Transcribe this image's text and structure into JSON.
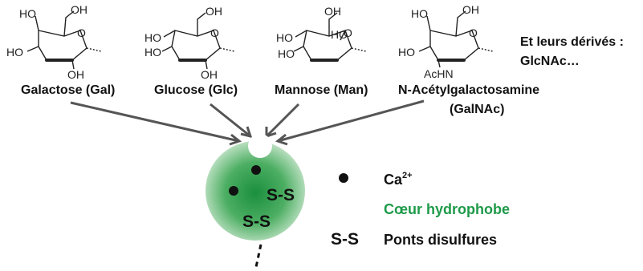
{
  "sugars": [
    {
      "name": "Galactose (Gal)",
      "atoms": [
        "HO",
        "OH",
        "O",
        "HO",
        "OH"
      ]
    },
    {
      "name": "Glucose (Glc)",
      "atoms": [
        "OH",
        "O",
        "HO",
        "HO",
        "OH"
      ]
    },
    {
      "name": "Mannose (Man)",
      "atoms": [
        "OH",
        "HO",
        "HO",
        "O",
        "HO"
      ]
    },
    {
      "name": "N-Acétylgalactosamine",
      "name_line2": "(GalNAc)",
      "atoms": [
        "HO",
        "OH",
        "O",
        "HO",
        "AcHN"
      ]
    }
  ],
  "derivatives": {
    "line1": "Et leurs dérivés :",
    "line2": "GlcNAc…"
  },
  "lectin": {
    "ss_top": "S-S",
    "ss_bottom": "S-S"
  },
  "legend": {
    "calcium_label": "Ca",
    "calcium_sup": "2+",
    "core_label": "Cœur hydrophobe",
    "ss_symbol": "S-S",
    "disulfide_label": "Ponts disulfures"
  },
  "colors": {
    "core_green": "#1e9a4a",
    "arrow_gray": "#555555",
    "text": "#111111"
  }
}
